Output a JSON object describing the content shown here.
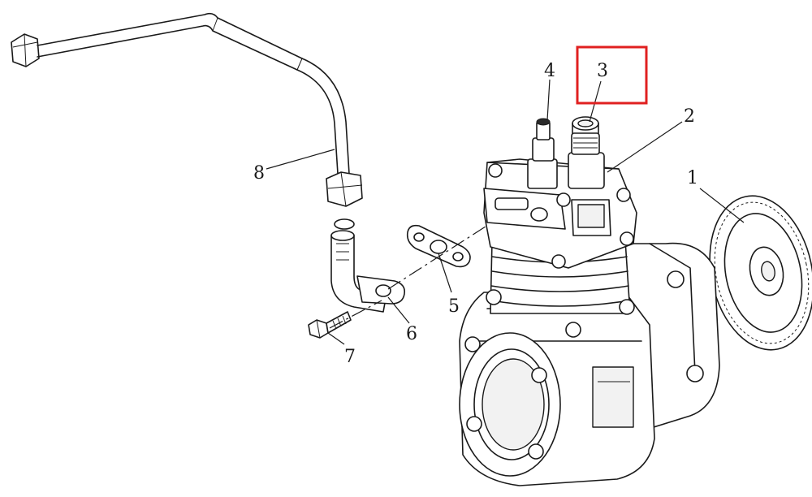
{
  "callouts": {
    "c1": "1",
    "c2": "2",
    "c3": "3",
    "c4": "4",
    "c5": "5",
    "c6": "6",
    "c7": "7",
    "c8": "8"
  },
  "highlight": {
    "target": "3",
    "color": "#e02020"
  }
}
